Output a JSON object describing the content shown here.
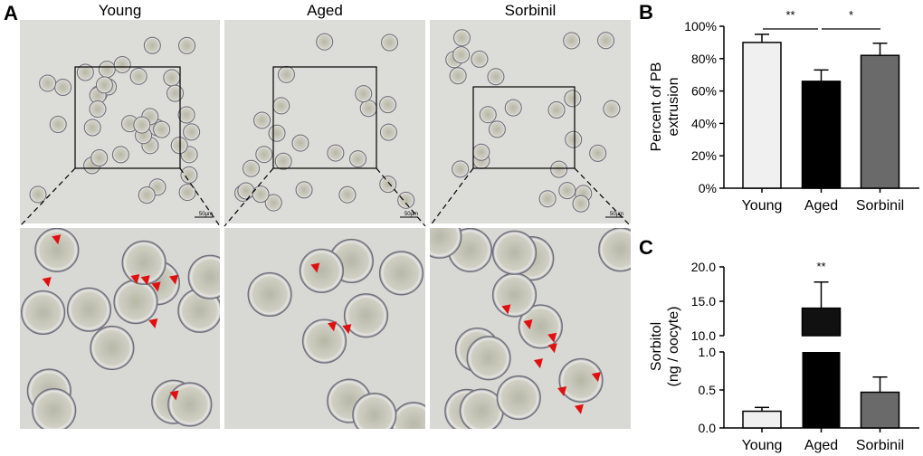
{
  "panel_a": {
    "letter": "A",
    "columns": [
      "Young",
      "Aged",
      "Sorbinil"
    ],
    "scale_bar": "50μm"
  },
  "chart_data": [
    {
      "letter": "B",
      "type": "bar",
      "categories": [
        "Young",
        "Aged",
        "Sorbinil"
      ],
      "values": [
        90,
        66,
        82
      ],
      "errors": [
        5,
        7,
        7.5
      ],
      "colors": [
        "#f0f0f0",
        "#000000",
        "#6a6a6a"
      ],
      "ylabel": "Percent of PB extrusion",
      "ylabel_lines": [
        "Percent of PB",
        "extrusion"
      ],
      "ylim": [
        0,
        100
      ],
      "yticks": [
        "0%",
        "20%",
        "40%",
        "60%",
        "80%",
        "100%"
      ],
      "significance": [
        {
          "from": "Young",
          "to": "Aged",
          "label": "**"
        },
        {
          "from": "Aged",
          "to": "Sorbinil",
          "label": "*"
        }
      ]
    },
    {
      "letter": "C",
      "type": "bar",
      "categories": [
        "Young",
        "Aged",
        "Sorbinil"
      ],
      "values": [
        0.22,
        14.0,
        0.47
      ],
      "errors": [
        0.05,
        3.8,
        0.2
      ],
      "colors": [
        "#f0f0f0",
        "#111111",
        "#6a6a6a"
      ],
      "ylabel": "Sorbitol (ng / oocyte)",
      "ylabel_lines": [
        "Sorbitol",
        "(ng / oocyte)"
      ],
      "broken_axis": {
        "lower": [
          0,
          1.0
        ],
        "upper": [
          10.0,
          20.0
        ]
      },
      "yticks_lower": [
        "0.0",
        "0.5",
        "1.0"
      ],
      "yticks_upper": [
        "10.0",
        "15.0",
        "20.0"
      ],
      "annotations": [
        {
          "category": "Aged",
          "label": "**"
        }
      ]
    }
  ]
}
